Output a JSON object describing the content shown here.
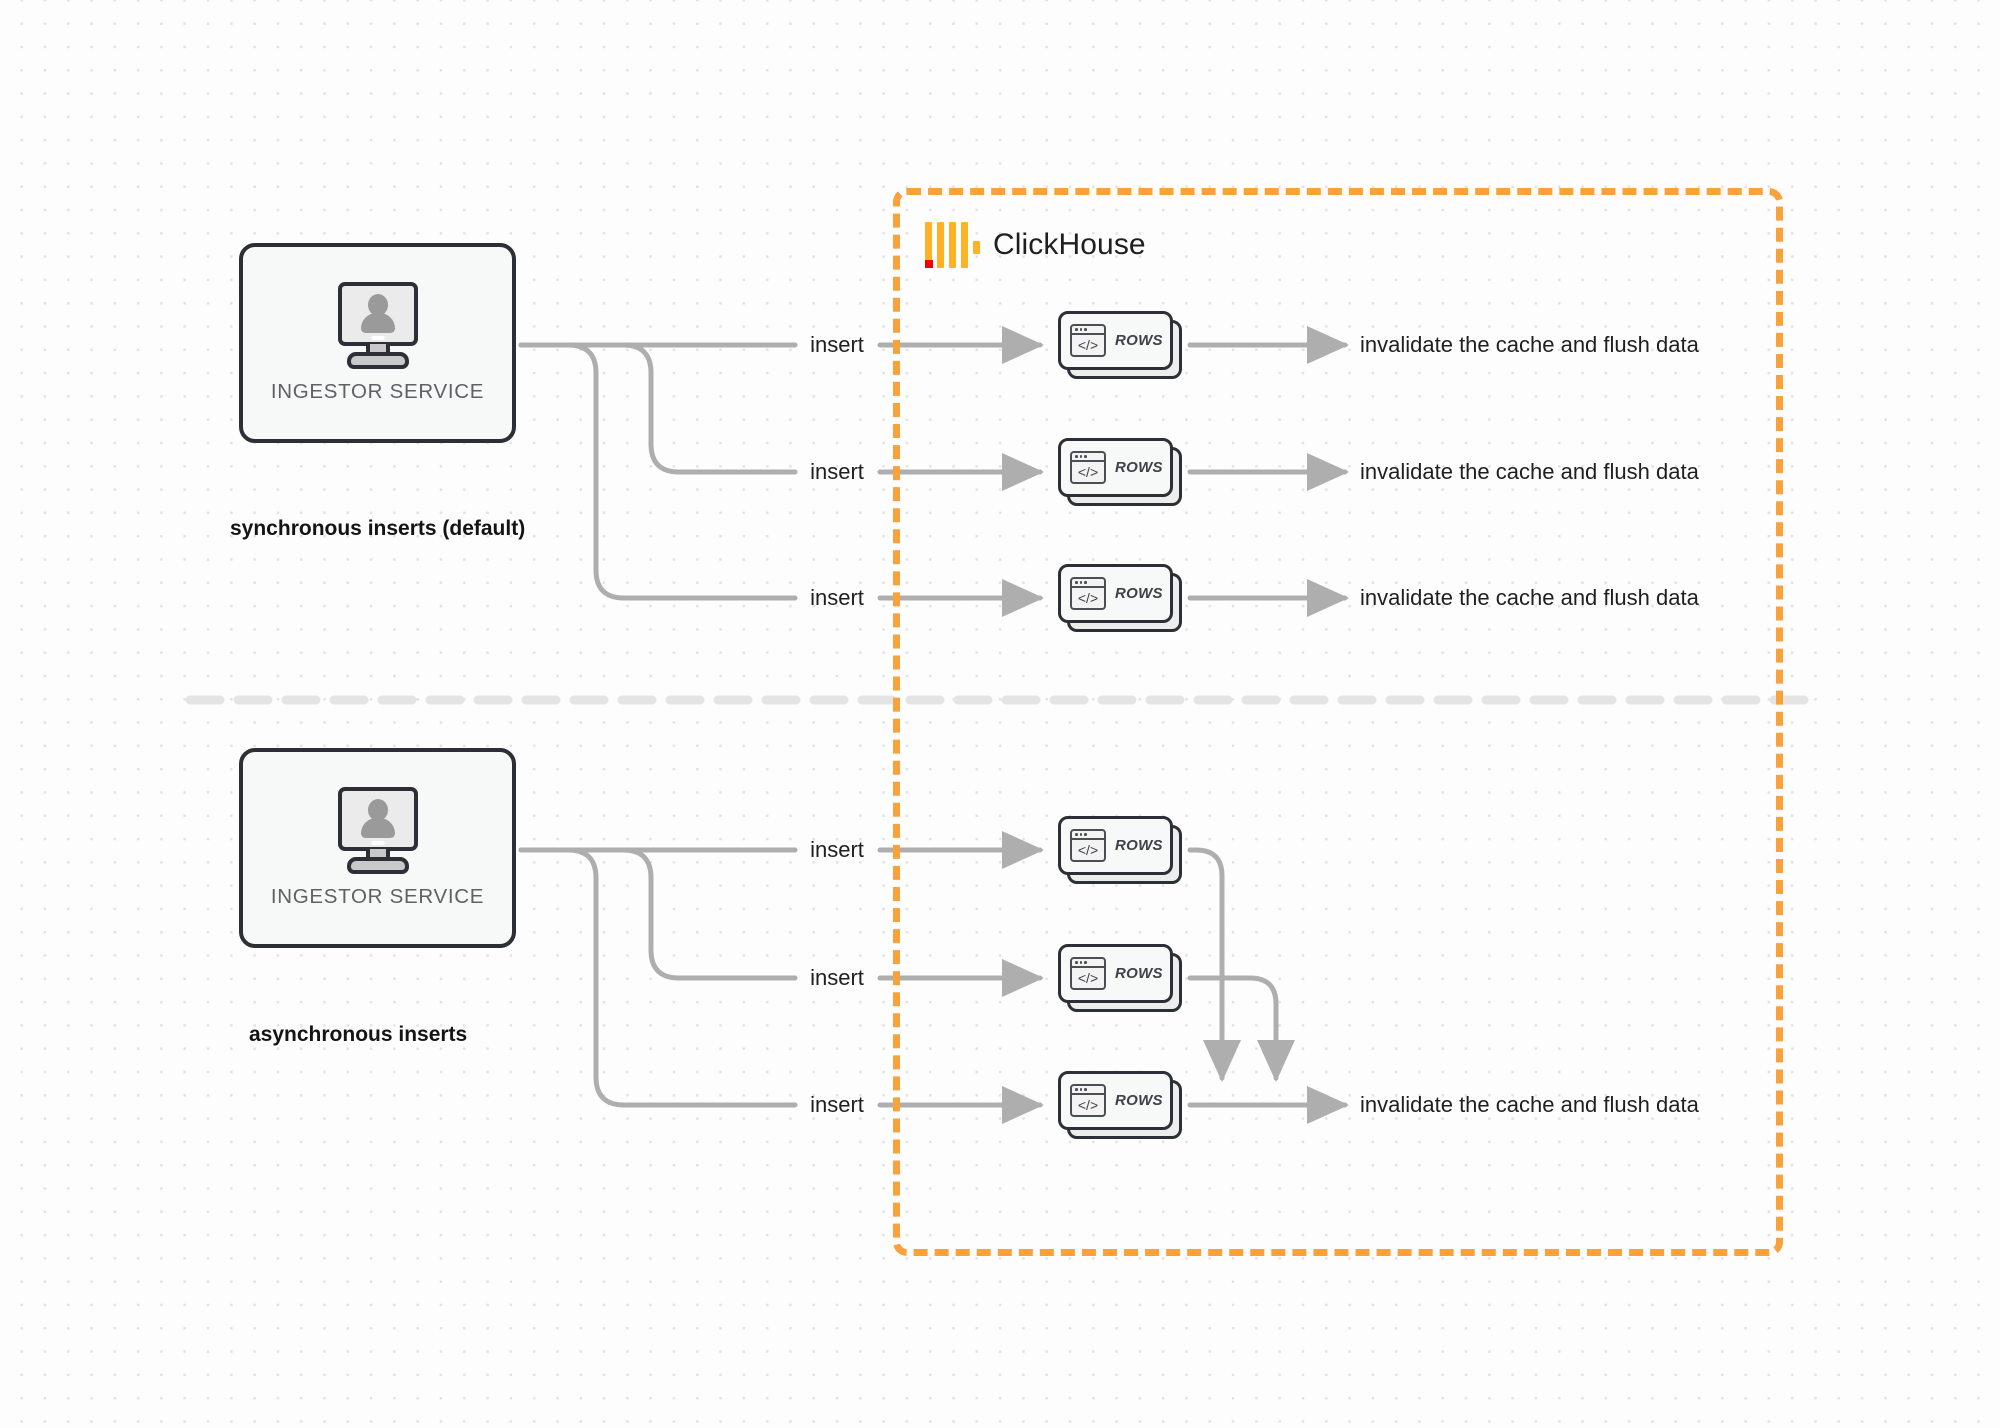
{
  "diagram": {
    "title": "ClickHouse synchronous vs asynchronous inserts",
    "background_color": "#fdfdfd",
    "accent_color": "#f9a13a",
    "line_color": "#aeaeae",
    "node_border_color": "#2c3036"
  },
  "clickhouse_boundary": {
    "label": "ClickHouse",
    "logo_icon": "clickhouse-logo-icon",
    "border_style": "dashed",
    "border_color": "#f9a13a"
  },
  "sections": [
    {
      "id": "synchronous",
      "caption": "synchronous inserts (default)",
      "source": {
        "label": "INGESTOR SERVICE",
        "icon": "monitor-user-icon"
      },
      "rows": [
        {
          "insert_label": "insert",
          "node_label": "ROWS",
          "node_icon": "code-window-icon",
          "result_label": "invalidate the cache and flush data"
        },
        {
          "insert_label": "insert",
          "node_label": "ROWS",
          "node_icon": "code-window-icon",
          "result_label": "invalidate the cache and flush data"
        },
        {
          "insert_label": "insert",
          "node_label": "ROWS",
          "node_icon": "code-window-icon",
          "result_label": "invalidate the cache and flush data"
        }
      ]
    },
    {
      "id": "asynchronous",
      "caption": "asynchronous inserts",
      "source": {
        "label": "INGESTOR SERVICE",
        "icon": "monitor-user-icon"
      },
      "rows": [
        {
          "insert_label": "insert",
          "node_label": "ROWS",
          "node_icon": "code-window-icon"
        },
        {
          "insert_label": "insert",
          "node_label": "ROWS",
          "node_icon": "code-window-icon"
        },
        {
          "insert_label": "insert",
          "node_label": "ROWS",
          "node_icon": "code-window-icon"
        }
      ],
      "merged_result_label": "invalidate the cache and flush data"
    }
  ]
}
